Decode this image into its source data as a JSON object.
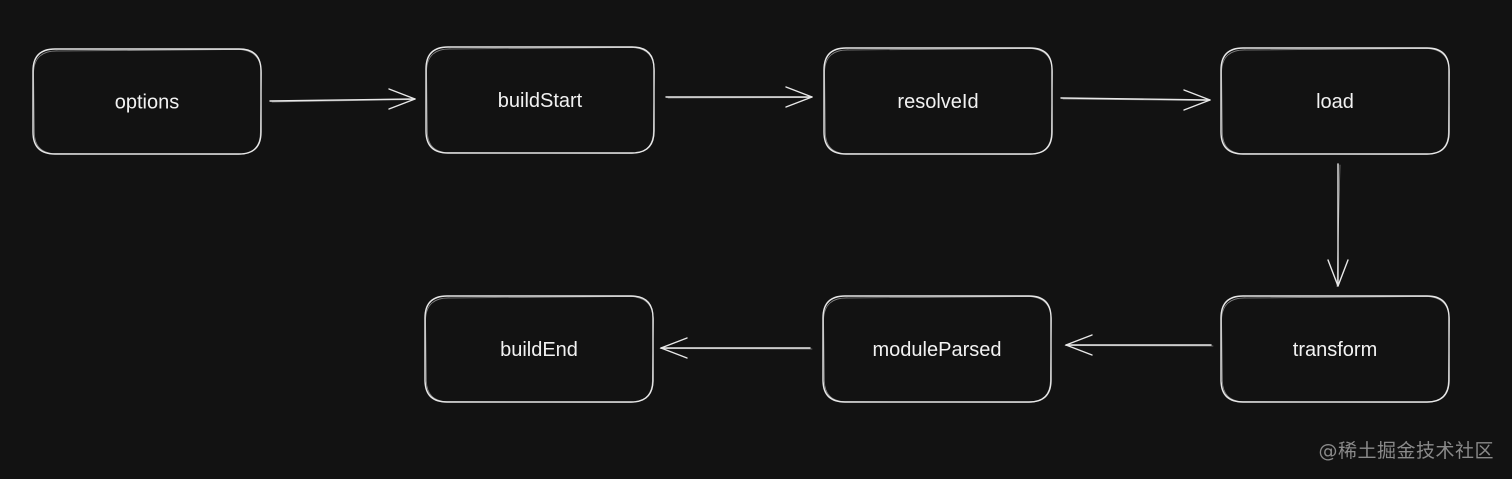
{
  "diagram": {
    "type": "flowchart",
    "nodes": [
      {
        "id": "options",
        "label": "options"
      },
      {
        "id": "buildStart",
        "label": "buildStart"
      },
      {
        "id": "resolveId",
        "label": "resolveId"
      },
      {
        "id": "load",
        "label": "load"
      },
      {
        "id": "transform",
        "label": "transform"
      },
      {
        "id": "moduleParsed",
        "label": "moduleParsed"
      },
      {
        "id": "buildEnd",
        "label": "buildEnd"
      }
    ],
    "edges": [
      {
        "from": "options",
        "to": "buildStart"
      },
      {
        "from": "buildStart",
        "to": "resolveId"
      },
      {
        "from": "resolveId",
        "to": "load"
      },
      {
        "from": "load",
        "to": "transform"
      },
      {
        "from": "transform",
        "to": "moduleParsed"
      },
      {
        "from": "moduleParsed",
        "to": "buildEnd"
      }
    ]
  },
  "watermark": "@稀土掘金技术社区",
  "colors": {
    "background": "#121212",
    "stroke": "#e8e8e8",
    "text": "#f2f2f2",
    "watermark": "#8a8a8a"
  }
}
